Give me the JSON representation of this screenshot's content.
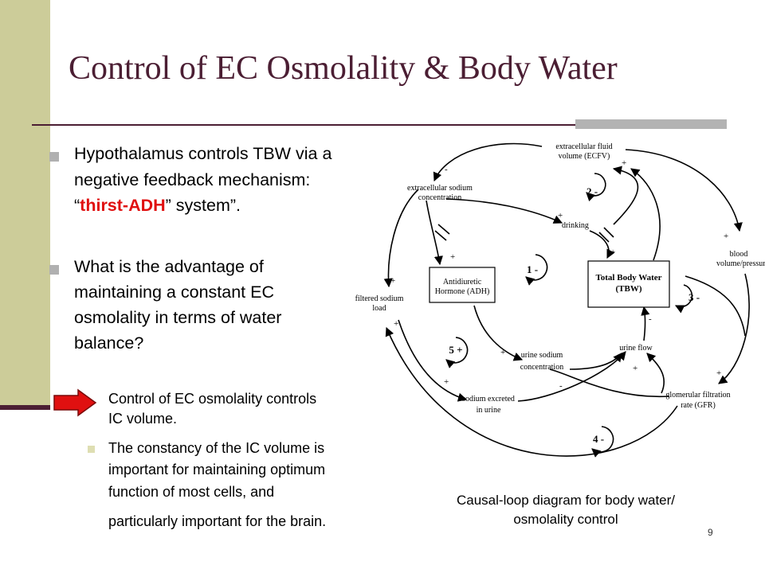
{
  "slide": {
    "title": "Control of EC Osmolality & Body Water",
    "page_number": "9",
    "bullets": {
      "b1_line1": "Hypothalamus controls TBW via a",
      "b1_line2": "negative feedback mechanism:",
      "b1_line3_pre": "“",
      "b1_line3_accent": "thirst-ADH",
      "b1_line3_post": "” system”.",
      "b2_line1": "What is the advantage of",
      "b2_line2": "maintaining a constant EC",
      "b2_line3": "osmolality in terms of water",
      "b2_line4": "balance?"
    },
    "sub_bullets": {
      "s1_line1": "Control of EC osmolality controls",
      "s1_line2": "IC volume.",
      "s2_line1": "The constancy of the IC volume is",
      "s2_line2": "important for maintaining optimum",
      "s2_line3": "function of most cells, and",
      "s2_line4": "particularly important for the brain."
    },
    "caption_line1": "Causal-loop diagram for body water/",
    "caption_line2": "osmolality control",
    "colors": {
      "title": "#4b1e33",
      "sidebar": "#cccc99",
      "accent": "#e01010",
      "arrow_fill": "#e01010"
    }
  },
  "diagram": {
    "nodes": {
      "ecfv_1": "extracellular fluid",
      "ecfv_2": "volume (ECFV)",
      "ecna_1": "extracellular sodium",
      "ecna_2": "concentration",
      "drinking": "drinking",
      "tbw_1": "Total Body Water",
      "tbw_2": "(TBW)",
      "adh_1": "Antidiuretic",
      "adh_2": "Hormone (ADH)",
      "fna_1": "filtered sodium",
      "fna_2": "load",
      "bv_1": "blood",
      "bv_2": "volume/pressure",
      "una_1": "urine sodium",
      "una_2": "concentration",
      "uflow": "urine flow",
      "sex_1": "sodium excreted",
      "sex_2": "in urine",
      "gfr_1": "glomerular filtration",
      "gfr_2": "rate (GFR)"
    },
    "loops": {
      "l1": "1 -",
      "l2": "2 -",
      "l3": "3 -",
      "l4": "4 -",
      "l5": "5 +"
    },
    "polarity": {
      "plus": "+",
      "minus": "-"
    }
  }
}
